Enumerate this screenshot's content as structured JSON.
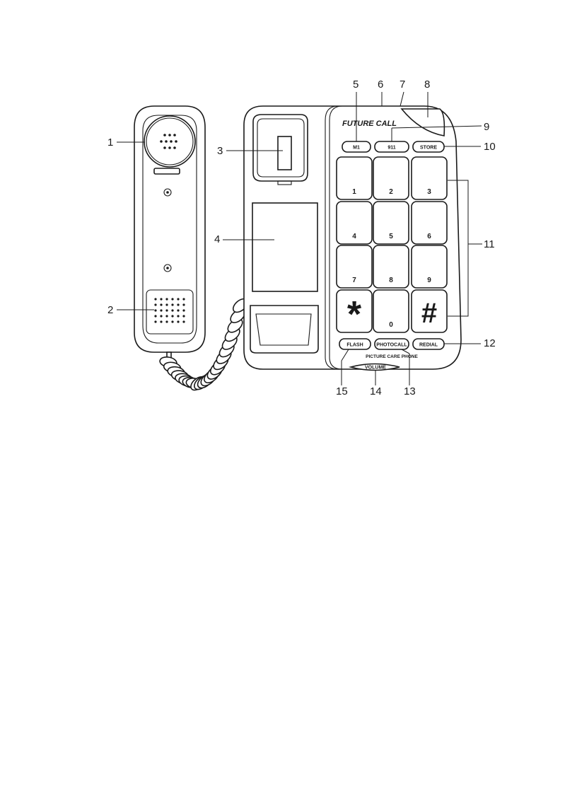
{
  "brand": "FUTURE CALL",
  "model": "PICTURE CARE PHONE",
  "top_buttons": [
    "M1",
    "911",
    "STORE"
  ],
  "keys": [
    {
      "label": "1"
    },
    {
      "label": "2"
    },
    {
      "label": "3"
    },
    {
      "label": "4"
    },
    {
      "label": "5"
    },
    {
      "label": "6"
    },
    {
      "label": "7"
    },
    {
      "label": "8"
    },
    {
      "label": "9"
    },
    {
      "label": "*"
    },
    {
      "label": "0"
    },
    {
      "label": "#"
    }
  ],
  "bottom_buttons": [
    "FLASH",
    "PHOTOCALL",
    "REDIAL"
  ],
  "volume_label": "VOLUME",
  "callouts": [
    "1",
    "2",
    "3",
    "4",
    "5",
    "6",
    "7",
    "8",
    "9",
    "10",
    "11",
    "12",
    "13",
    "14",
    "15"
  ]
}
